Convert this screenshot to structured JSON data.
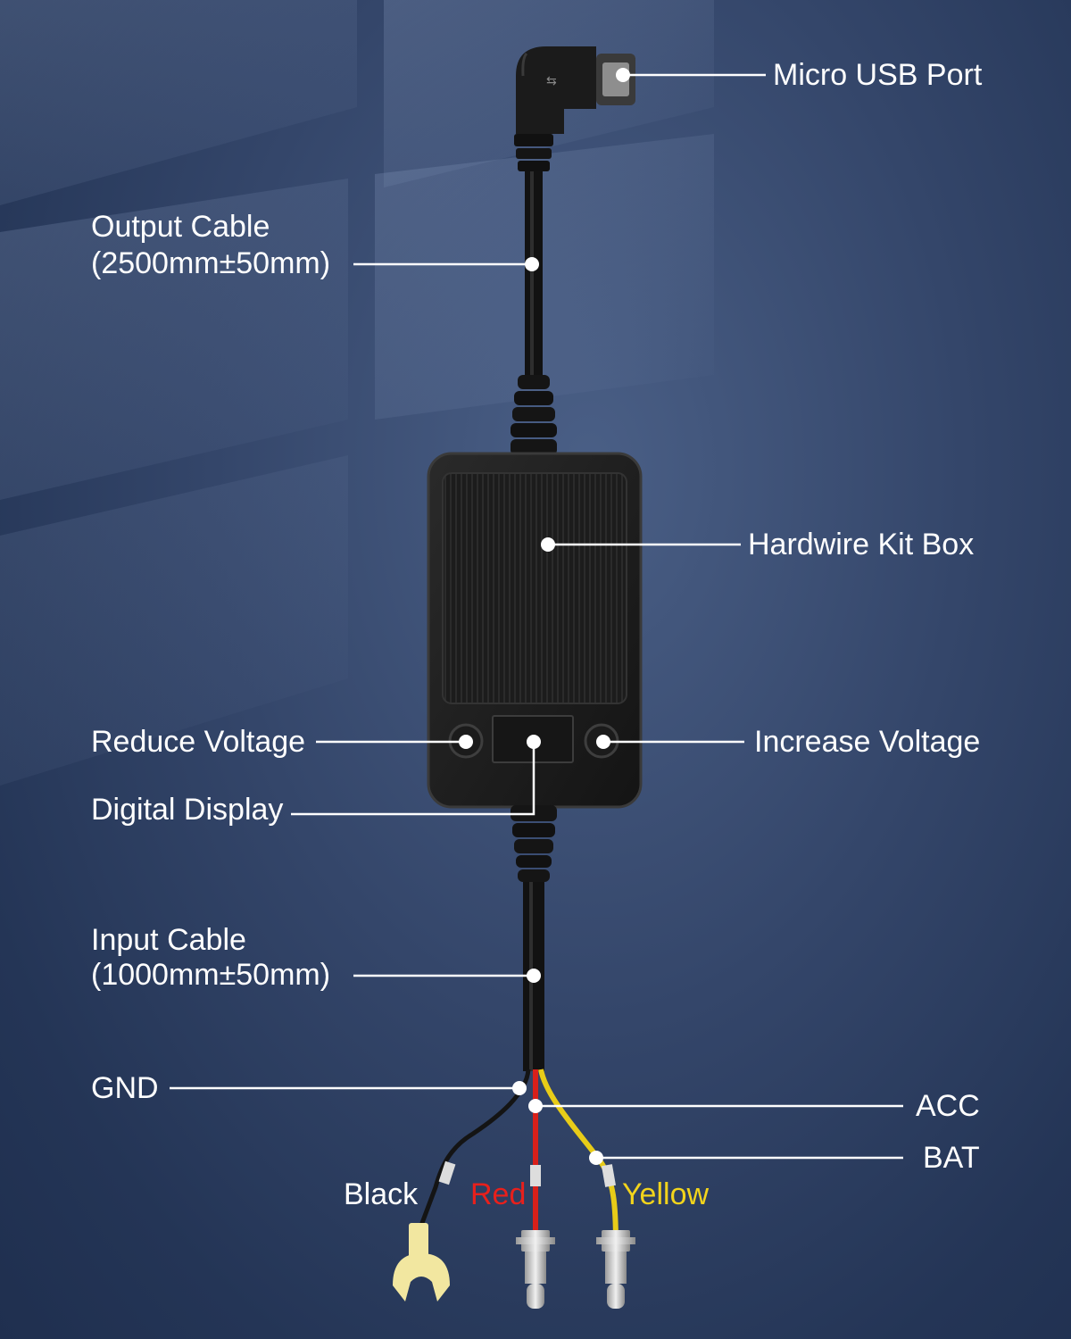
{
  "labels": {
    "micro_usb_port": "Micro USB Port",
    "output_cable_line1": "Output Cable",
    "output_cable_line2": "(2500mm±50mm)",
    "hardwire_kit_box": "Hardwire Kit Box",
    "reduce_voltage": "Reduce Voltage",
    "increase_voltage": "Increase Voltage",
    "digital_display": "Digital Display",
    "input_cable_line1": "Input Cable",
    "input_cable_line2": "(1000mm±50mm)",
    "gnd": "GND",
    "acc": "ACC",
    "bat": "BAT"
  },
  "wires": {
    "black": {
      "label": "Black",
      "color": "#ffffff"
    },
    "red": {
      "label": "Red",
      "color": "#e8201c"
    },
    "yellow": {
      "label": "Yellow",
      "color": "#f2d41c"
    }
  },
  "colors": {
    "background": "#34466a",
    "cable": "#111111",
    "callout_line": "#ffffff"
  }
}
